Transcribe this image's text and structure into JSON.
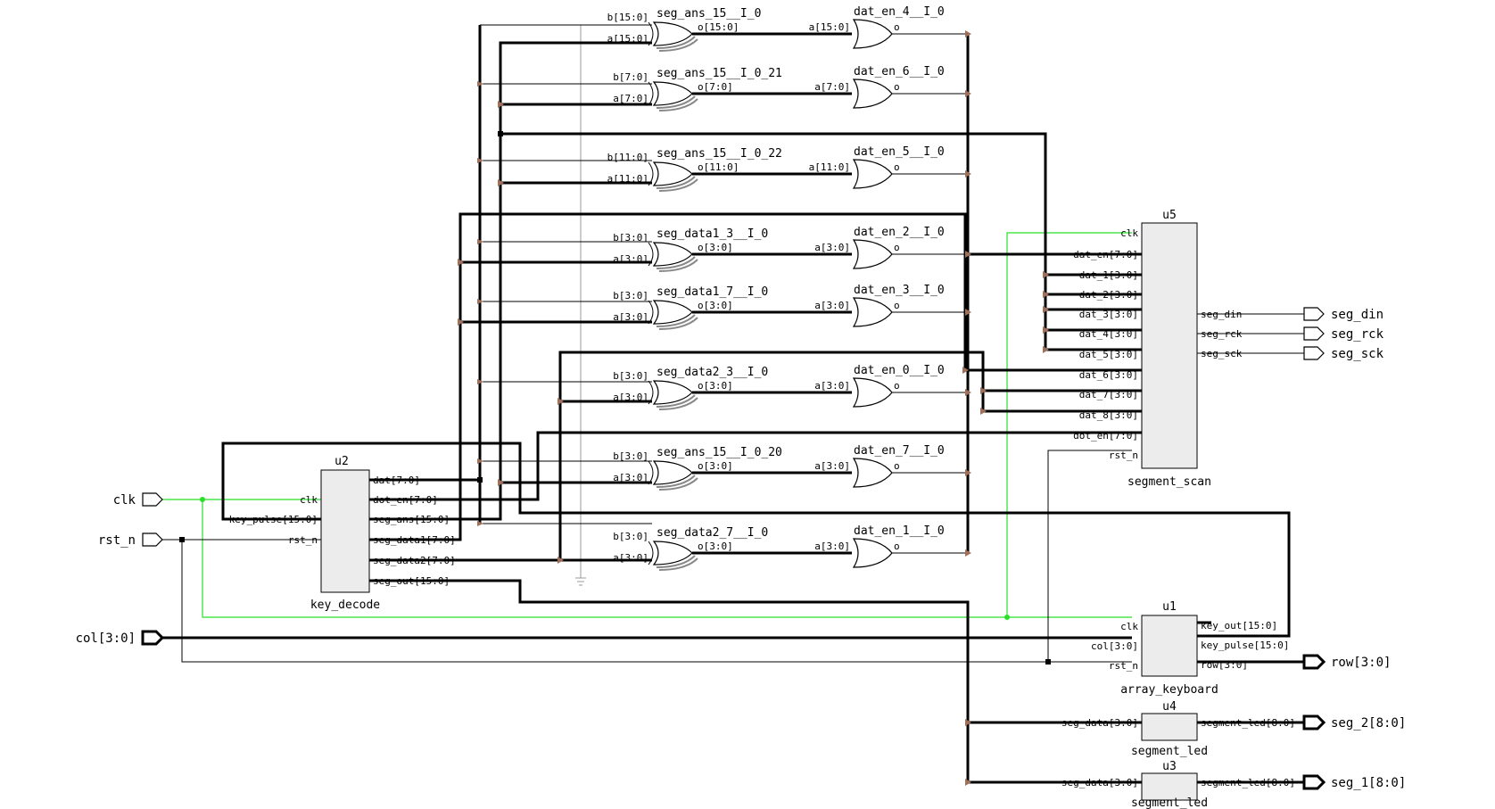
{
  "top_ports": {
    "clk": "clk",
    "rst_n": "rst_n",
    "col": "col[3:0]",
    "seg_din": "seg_din",
    "seg_rck": "seg_rck",
    "seg_sck": "seg_sck",
    "row": "row[3:0]",
    "seg_2": "seg_2[8:0]",
    "seg_1": "seg_1[8:0]"
  },
  "u2": {
    "instance": "u2",
    "module": "key_decode",
    "inputs": [
      "clk",
      "key_pulse[15:0]",
      "rst_n"
    ],
    "outputs": [
      "dat[7:0]",
      "dot_en[7:0]",
      "seg_ans[15:0]",
      "seg_data1[7:0]",
      "seg_data2[7:0]",
      "seg_out[15:0]"
    ]
  },
  "u5": {
    "instance": "u5",
    "module": "segment_scan",
    "inputs": [
      "clk",
      "dat_en[7:0]",
      "dat_1[3:0]",
      "dat_2[3:0]",
      "dat_3[3:0]",
      "dat_4[3:0]",
      "dat_5[3:0]",
      "dat_6[3:0]",
      "dat_7[3:0]",
      "dat_8[3:0]",
      "dot_en[7:0]",
      "rst_n"
    ],
    "outputs": [
      "seg_din",
      "seg_rck",
      "seg_sck"
    ]
  },
  "u1": {
    "instance": "u1",
    "module": "array_keyboard",
    "inputs": [
      "clk",
      "col[3:0]",
      "rst_n"
    ],
    "outputs": [
      "key_out[15:0]",
      "key_pulse[15:0]",
      "row[3:0]"
    ]
  },
  "u4": {
    "instance": "u4",
    "module": "segment_led",
    "input": "seg_data[3:0]",
    "output": "segment_led[8:0]"
  },
  "u3": {
    "instance": "u3",
    "module": "segment_led",
    "input": "seg_data[3:0]",
    "output": "segment_led[8:0]"
  },
  "xor_gates": [
    {
      "name": "seg_ans_15__I_0",
      "in_b": "b[15:0]",
      "in_a": "a[15:0]",
      "out": "o[15:0]"
    },
    {
      "name": "seg_ans_15__I_0_21",
      "in_b": "b[7:0]",
      "in_a": "a[7:0]",
      "out": "o[7:0]"
    },
    {
      "name": "seg_ans_15__I_0_22",
      "in_b": "b[11:0]",
      "in_a": "a[11:0]",
      "out": "o[11:0]"
    },
    {
      "name": "seg_data1_3__I_0",
      "in_b": "b[3:0]",
      "in_a": "a[3:0]",
      "out": "o[3:0]"
    },
    {
      "name": "seg_data1_7__I_0",
      "in_b": "b[3:0]",
      "in_a": "a[3:0]",
      "out": "o[3:0]"
    },
    {
      "name": "seg_data2_3__I_0",
      "in_b": "b[3:0]",
      "in_a": "a[3:0]",
      "out": "o[3:0]"
    },
    {
      "name": "seg_ans_15__I_0_20",
      "in_b": "b[3:0]",
      "in_a": "a[3:0]",
      "out": "o[3:0]"
    },
    {
      "name": "seg_data2_7__I_0",
      "in_b": "b[3:0]",
      "in_a": "a[3:0]",
      "out": "o[3:0]"
    }
  ],
  "or_gates": [
    {
      "name": "dat_en_4__I_0",
      "in_a": "a[15:0]",
      "out": "o"
    },
    {
      "name": "dat_en_6__I_0",
      "in_a": "a[7:0]",
      "out": "o"
    },
    {
      "name": "dat_en_5__I_0",
      "in_a": "a[11:0]",
      "out": "o"
    },
    {
      "name": "dat_en_2__I_0",
      "in_a": "a[3:0]",
      "out": "o"
    },
    {
      "name": "dat_en_3__I_0",
      "in_a": "a[3:0]",
      "out": "o"
    },
    {
      "name": "dat_en_0__I_0",
      "in_a": "a[3:0]",
      "out": "o"
    },
    {
      "name": "dat_en_7__I_0",
      "in_a": "a[3:0]",
      "out": "o"
    },
    {
      "name": "dat_en_1__I_0",
      "in_a": "a[3:0]",
      "out": "o"
    }
  ],
  "colors": {
    "wire": "#000000",
    "clock_net": "#28e028",
    "block_fill": "#ececec",
    "net_tap": "#a0705a",
    "ground_net": "#9a9a9a"
  }
}
